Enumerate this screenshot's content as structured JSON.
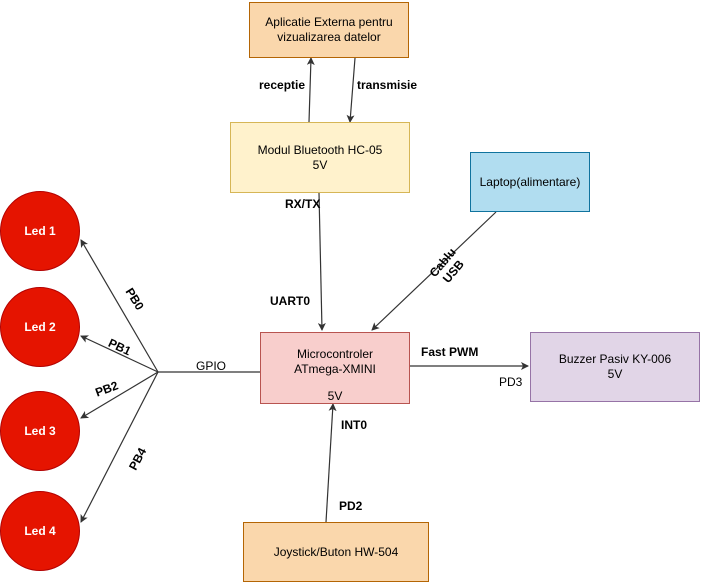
{
  "app_box": {
    "line1": "Aplicatie Externa pentru",
    "line2": "vizualizarea datelor"
  },
  "bt_box": {
    "line1": "Modul Bluetooth HC-05",
    "line2": "5V"
  },
  "laptop_box": {
    "line1": "Laptop(alimentare)"
  },
  "mcu_box": {
    "line1": "Microcontroler",
    "line2": "ATmega-XMINI",
    "line3": "5V"
  },
  "buzzer_box": {
    "line1": "Buzzer Pasiv KY-006",
    "line2": "5V"
  },
  "joystick_box": {
    "line1": "Joystick/Buton HW-504"
  },
  "leds": [
    "Led 1",
    "Led 2",
    "Led 3",
    "Led 4"
  ],
  "labels": {
    "receptie": "receptie",
    "transmisie": "transmisie",
    "rxtx": "RX/TX",
    "uart0": "UART0",
    "cablu": "Cablu",
    "usb": "USB",
    "gpio": "GPIO",
    "pb0": "PB0",
    "pb1": "PB1",
    "pb2": "PB2",
    "pb4": "PB4",
    "fast_pwm": "Fast PWM",
    "pd3": "PD3",
    "int0": "INT0",
    "pd2": "PD2"
  },
  "colors": {
    "app": "#fad7ac",
    "app_border": "#b46504",
    "bt": "#fff2cc",
    "bt_border": "#d6b656",
    "laptop": "#b1ddf0",
    "laptop_border": "#10739e",
    "mcu": "#f8cecc",
    "mcu_border": "#b85450",
    "buzzer": "#e1d5e7",
    "buzzer_border": "#9673a6",
    "joystick": "#fad7ac",
    "joystick_border": "#b46504",
    "led": "#e51400"
  }
}
